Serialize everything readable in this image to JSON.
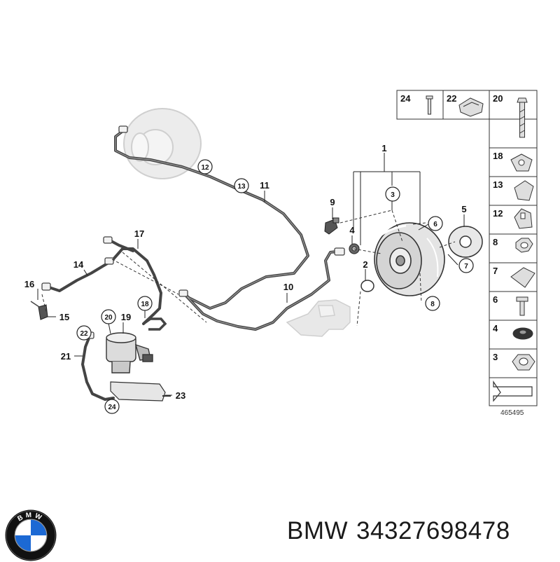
{
  "diagram": {
    "reference_number": "465495",
    "callouts": [
      "1",
      "2",
      "3",
      "4",
      "5",
      "6",
      "7",
      "8",
      "9",
      "10",
      "11",
      "12",
      "13",
      "14",
      "15",
      "16",
      "17",
      "18",
      "19",
      "20",
      "21",
      "22",
      "23",
      "24"
    ],
    "parts_grid": [
      "24",
      "22",
      "20",
      "18",
      "13",
      "12",
      "8",
      "7",
      "6",
      "4",
      "3"
    ],
    "colors": {
      "line": "#3a3a3a",
      "ghost": "#d9d9d9",
      "accent": "#1c69d4"
    }
  },
  "footer": {
    "brand": "BMW",
    "part_number": "34327698478"
  },
  "logo": {
    "icon": "bmw-roundel-icon",
    "text": "BMW"
  }
}
